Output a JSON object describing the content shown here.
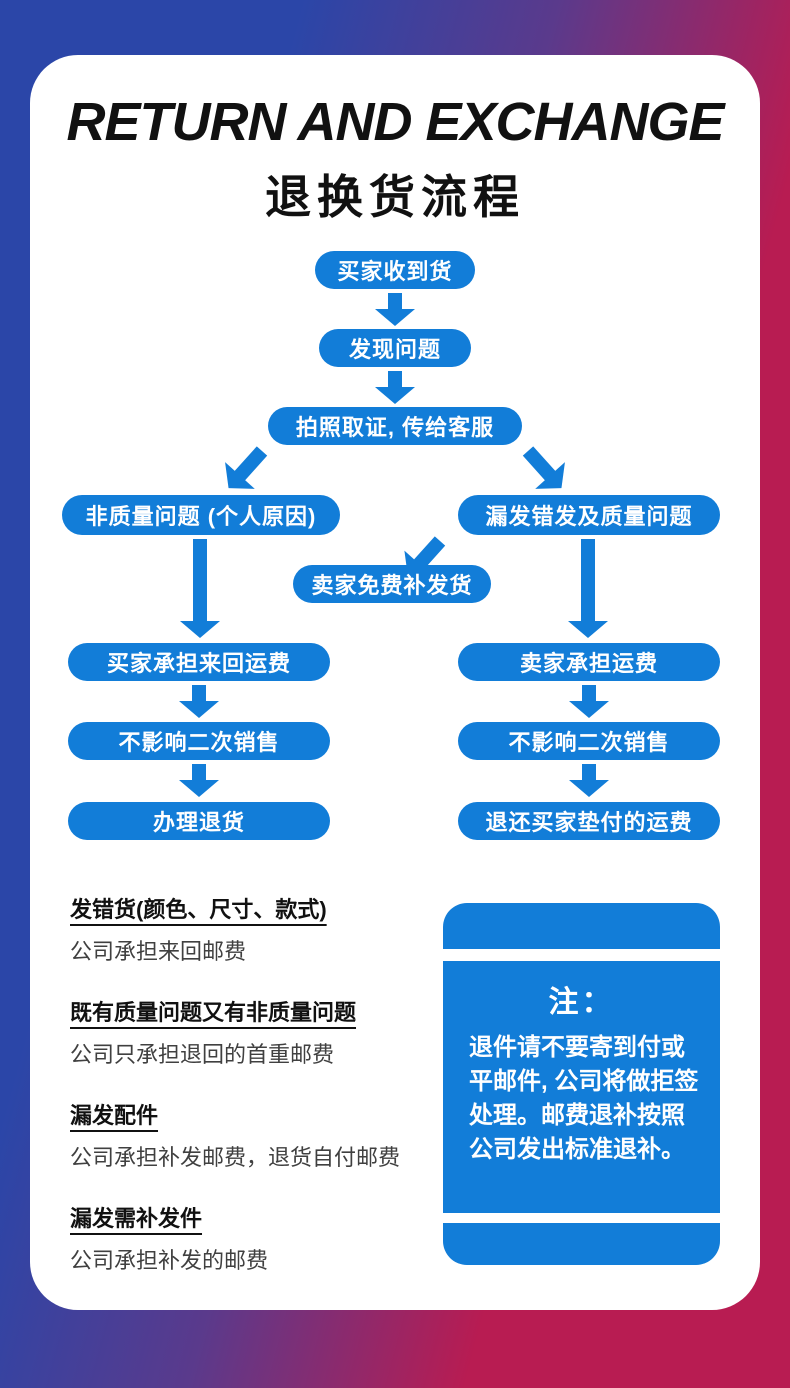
{
  "colors": {
    "accent_blue": "#127dd8",
    "background_left": "#2b46a8",
    "background_right": "#b81c52",
    "card_background": "#ffffff"
  },
  "header": {
    "title": "RETURN AND EXCHANGE",
    "subtitle": "退换货流程"
  },
  "flow": {
    "step_receive": "买家收到货",
    "step_problem": "发现问题",
    "step_photo": "拍照取证, 传给客服",
    "branch_left": "非质量问题 (个人原因)",
    "branch_right": "漏发错发及质量问题",
    "reship_free": "卖家免费补发货",
    "left_shipping": "买家承担来回运费",
    "left_resale": "不影响二次销售",
    "left_return": "办理退货",
    "right_shipping": "卖家承担运费",
    "right_resale": "不影响二次销售",
    "right_refund": "退还买家垫付的运费"
  },
  "policies": [
    {
      "term": "发错货(颜色、尺寸、款式)",
      "desc": "公司承担来回邮费"
    },
    {
      "term": "既有质量问题又有非质量问题",
      "desc": "公司只承担退回的首重邮费"
    },
    {
      "term": "漏发配件",
      "desc": "公司承担补发邮费，退货自付邮费"
    },
    {
      "term": "漏发需补发件",
      "desc": "公司承担补发的邮费"
    }
  ],
  "note": {
    "title": "注：",
    "body": "退件请不要寄到付或平邮件, 公司将做拒签处理。邮费退补按照公司发出标准退补。"
  }
}
